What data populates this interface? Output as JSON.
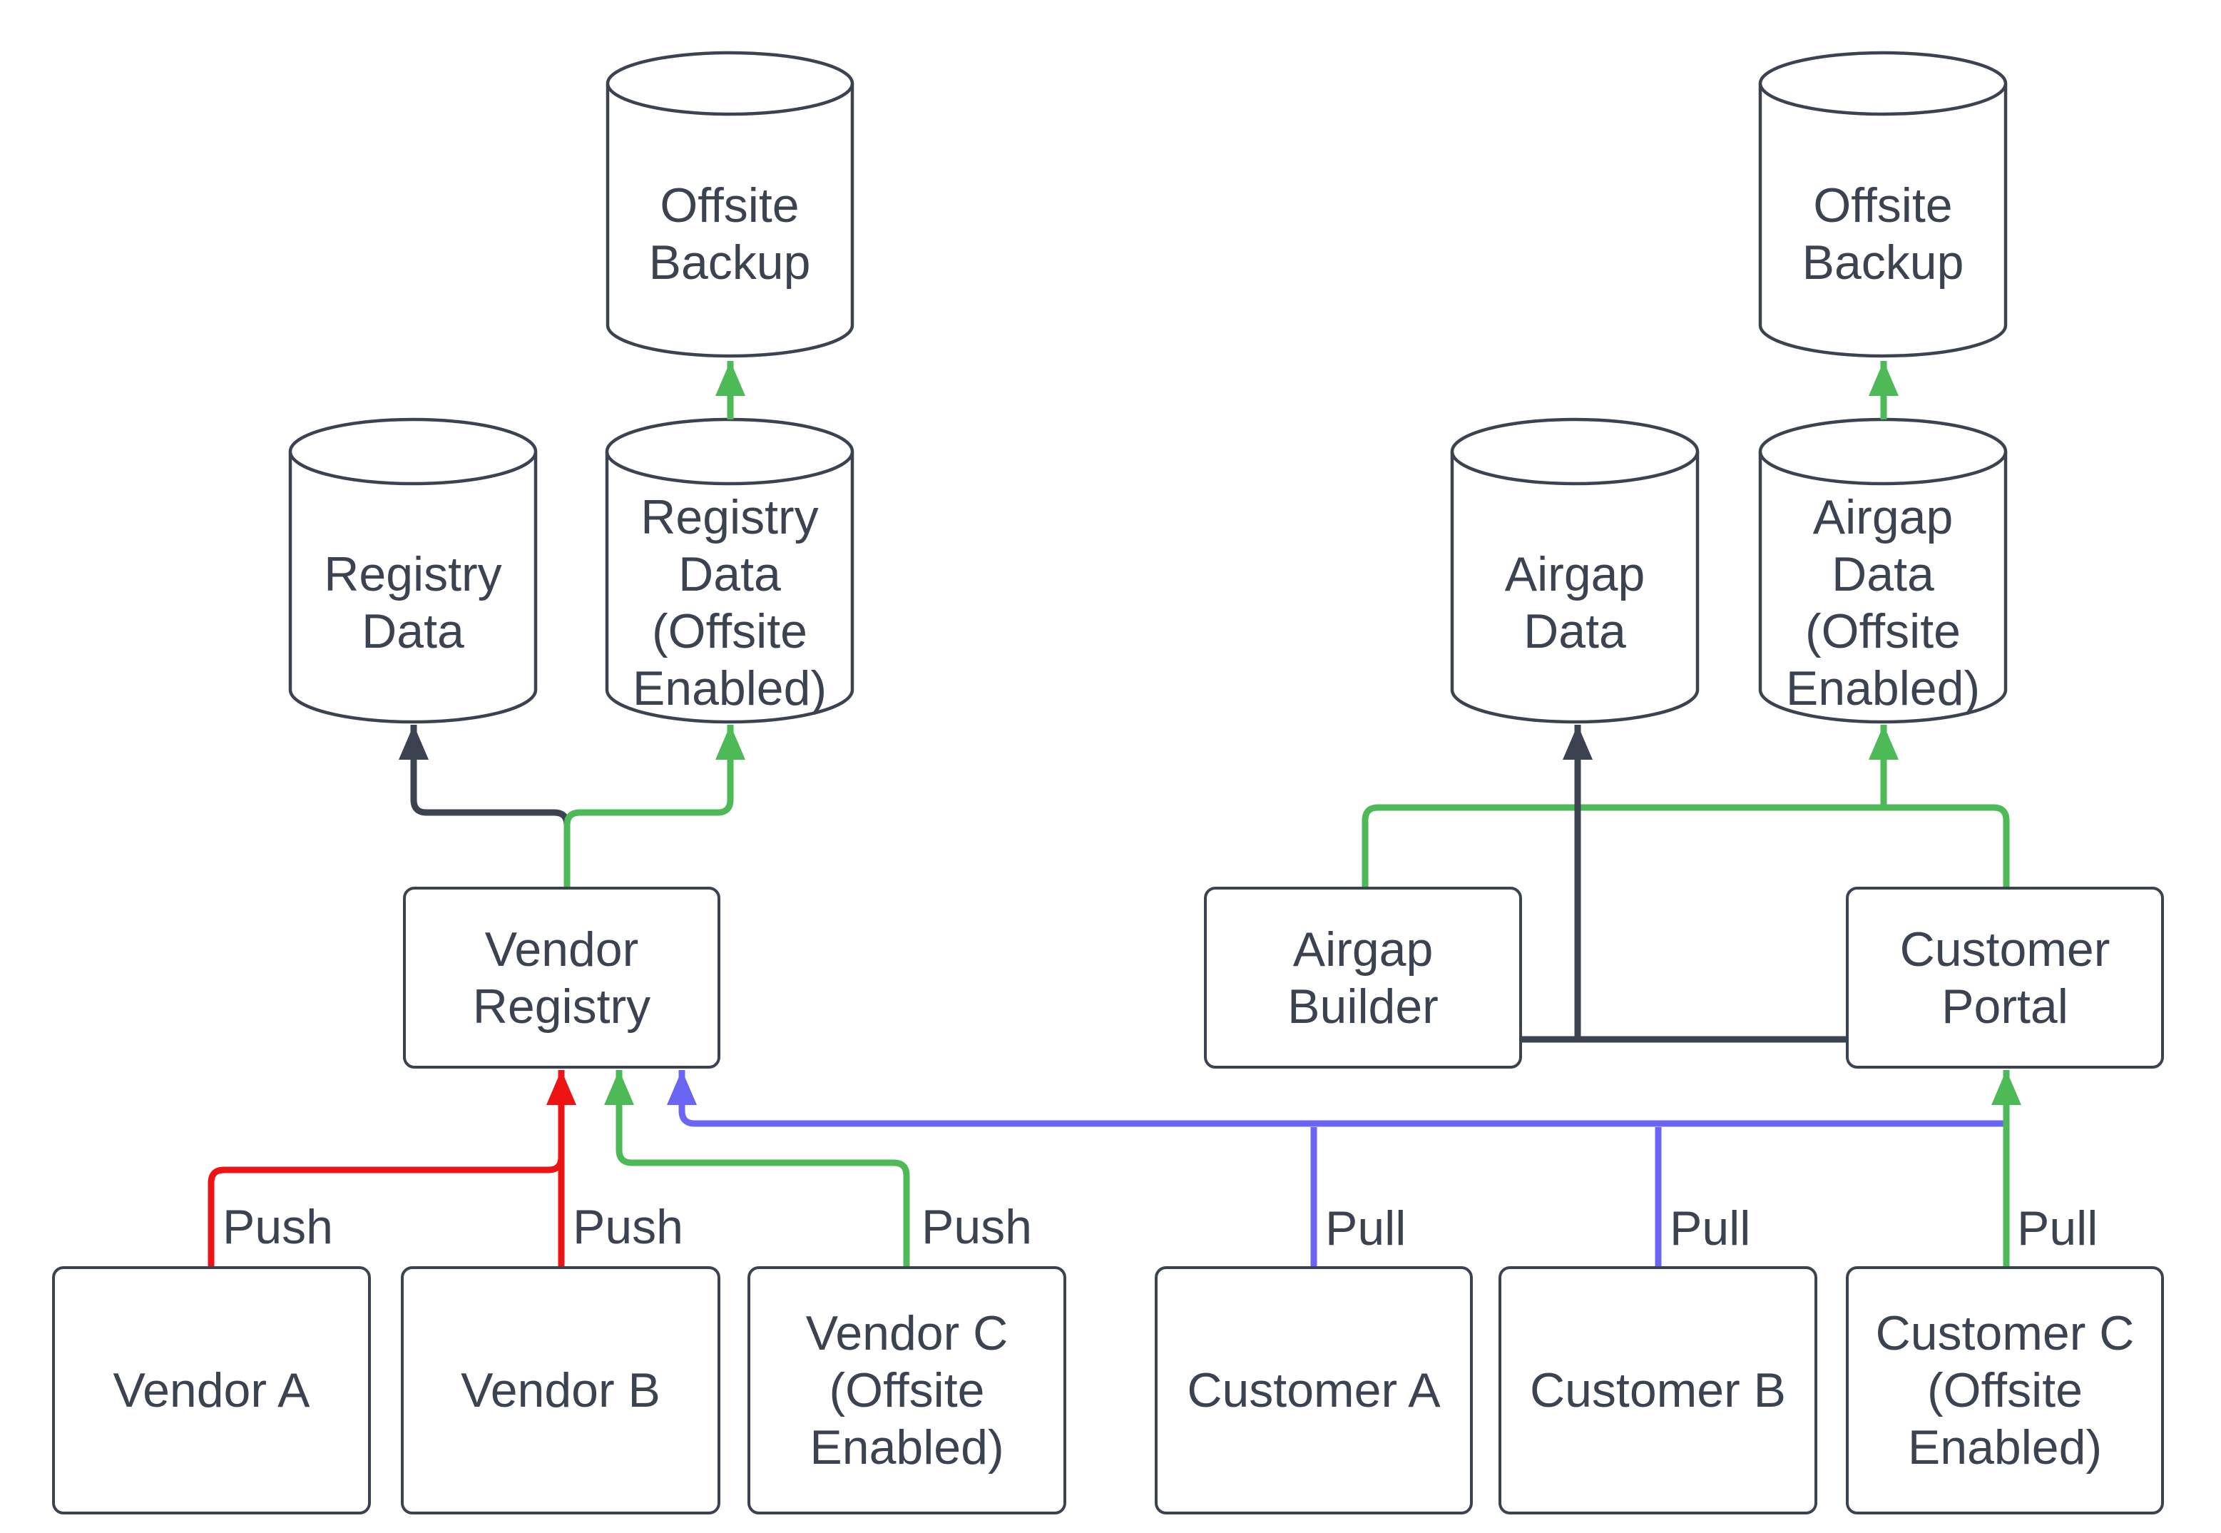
{
  "colors": {
    "dark": "#3b4351",
    "red": "#ec1414",
    "green": "#4eba57",
    "blue": "#6a65f2",
    "background": "#ffffff"
  },
  "nodes": {
    "offsite_backup_left": {
      "label": "Offsite Backup",
      "shape": "cylinder"
    },
    "registry_data": {
      "label": "Registry Data",
      "shape": "cylinder"
    },
    "registry_data_offsite": {
      "label": "Registry Data (Offsite Enabled)",
      "shape": "cylinder"
    },
    "vendor_registry": {
      "label": "Vendor Registry",
      "shape": "box"
    },
    "vendor_a": {
      "label": "Vendor A",
      "shape": "box"
    },
    "vendor_b": {
      "label": "Vendor B",
      "shape": "box"
    },
    "vendor_c": {
      "label": "Vendor C (Offsite Enabled)",
      "shape": "box"
    },
    "airgap_data": {
      "label": "Airgap Data",
      "shape": "cylinder"
    },
    "airgap_data_offsite": {
      "label": "Airgap Data (Offsite Enabled)",
      "shape": "cylinder"
    },
    "offsite_backup_right": {
      "label": "Offsite Backup",
      "shape": "cylinder"
    },
    "airgap_builder": {
      "label": "Airgap Builder",
      "shape": "box"
    },
    "customer_portal": {
      "label": "Customer Portal",
      "shape": "box"
    },
    "customer_a": {
      "label": "Customer A",
      "shape": "box"
    },
    "customer_b": {
      "label": "Customer B",
      "shape": "box"
    },
    "customer_c": {
      "label": "Customer C (Offsite Enabled)",
      "shape": "box"
    }
  },
  "edge_labels": [
    {
      "text": "Push"
    },
    {
      "text": "Push"
    },
    {
      "text": "Push"
    },
    {
      "text": "Pull"
    },
    {
      "text": "Pull"
    },
    {
      "text": "Pull"
    }
  ],
  "edges": [
    {
      "from": "vendor_a",
      "to": "vendor_registry",
      "color": "red",
      "label": "Push"
    },
    {
      "from": "vendor_b",
      "to": "vendor_registry",
      "color": "red",
      "label": "Push"
    },
    {
      "from": "vendor_c",
      "to": "vendor_registry",
      "color": "green",
      "label": "Push"
    },
    {
      "from": "customer_a",
      "to": "vendor_registry",
      "color": "blue",
      "label": "Pull"
    },
    {
      "from": "customer_b",
      "to": "vendor_registry",
      "color": "blue",
      "label": "Pull"
    },
    {
      "from": "customer_c",
      "to": "customer_portal",
      "color": "green",
      "label": "Pull"
    },
    {
      "from": "vendor_registry",
      "to": "registry_data",
      "color": "dark"
    },
    {
      "from": "vendor_registry",
      "to": "registry_data_offsite",
      "color": "green"
    },
    {
      "from": "registry_data_offsite",
      "to": "offsite_backup_left",
      "color": "green"
    },
    {
      "from": "airgap_builder",
      "to": "airgap_data",
      "color": "dark"
    },
    {
      "from": "customer_portal",
      "to": "airgap_data",
      "color": "dark"
    },
    {
      "from": "airgap_builder",
      "to": "airgap_data_offsite",
      "color": "green"
    },
    {
      "from": "customer_portal",
      "to": "airgap_data_offsite",
      "color": "green"
    },
    {
      "from": "airgap_data_offsite",
      "to": "offsite_backup_right",
      "color": "green"
    }
  ]
}
